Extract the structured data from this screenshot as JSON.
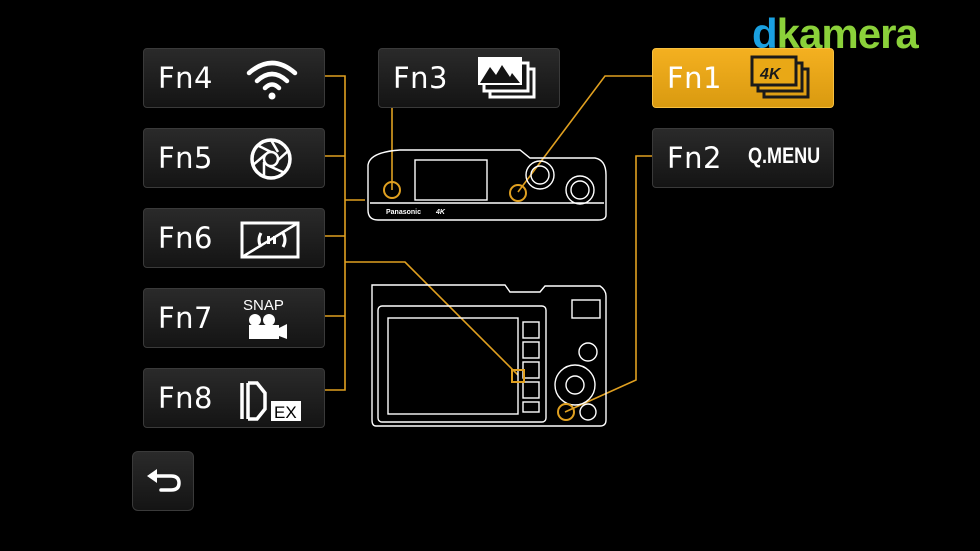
{
  "logo": {
    "prefix": "d",
    "text": "kamera"
  },
  "buttons": {
    "fn4": {
      "label": "Fn4",
      "icon": "wifi-icon"
    },
    "fn5": {
      "label": "Fn5",
      "icon": "aperture-icon"
    },
    "fn6": {
      "label": "Fn6",
      "icon": "silent-mode-icon"
    },
    "fn7": {
      "label": "Fn7",
      "icon": "snap-movie-icon",
      "icon_text": "SNAP"
    },
    "fn8": {
      "label": "Fn8",
      "icon": "ex-tele-conv-icon",
      "icon_text": "EX"
    },
    "fn3": {
      "label": "Fn3",
      "icon": "bracket-icon"
    },
    "fn1": {
      "label": "Fn1",
      "icon": "4k-photo-icon",
      "icon_text": "4K",
      "active": true
    },
    "fn2": {
      "label": "Fn2",
      "icon_text": "Q.MENU"
    }
  },
  "camera": {
    "brand": "Panasonic",
    "badge": "4K"
  },
  "back": {
    "icon": "return-icon"
  },
  "colors": {
    "accent": "#f4b020",
    "line": "#e0a020",
    "logo_blue": "#1aa0e0",
    "logo_green": "#8bd13a"
  }
}
